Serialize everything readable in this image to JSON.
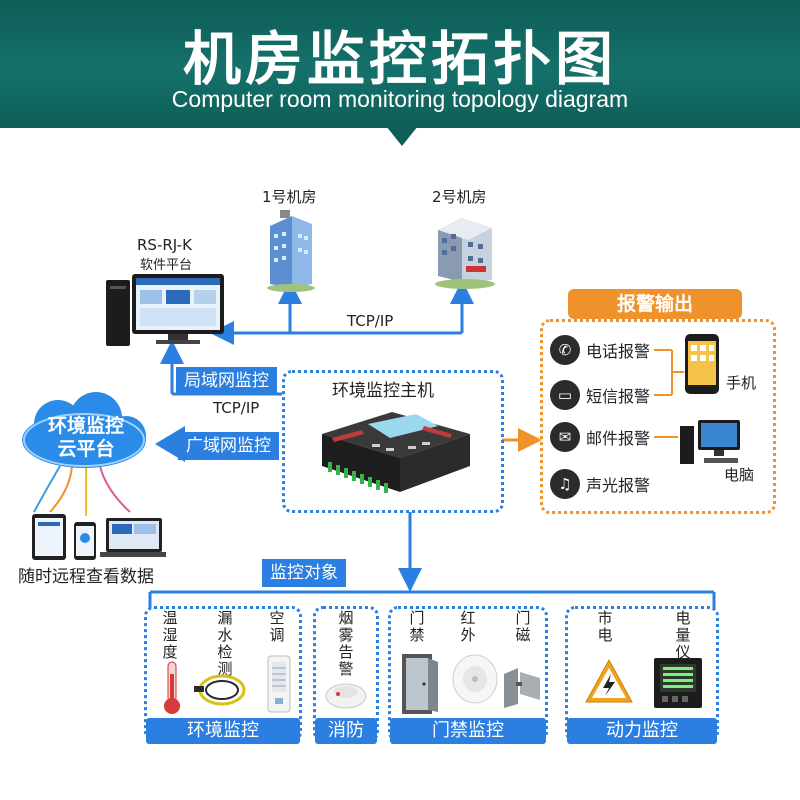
{
  "header": {
    "title": "机房监控拓扑图",
    "subtitle": "Computer room monitoring topology diagram"
  },
  "rooms": [
    {
      "label": "1号机房"
    },
    {
      "label": "2号机房"
    }
  ],
  "software": {
    "name": "RS-RJ-K",
    "desc": "软件平台"
  },
  "links": {
    "tcp_top": "TCP/IP",
    "tcp_mid": "TCP/IP"
  },
  "lan_tag": "局域网监控",
  "wan_tag": "广域网监控",
  "cloud": {
    "line1": "环境监控",
    "line2": "云平台"
  },
  "remote_label": "随时远程查看数据",
  "host": {
    "label": "环境监控主机"
  },
  "alarm": {
    "title": "报警输出",
    "items": [
      {
        "label": "电话报警",
        "icon": "phone-icon"
      },
      {
        "label": "短信报警",
        "icon": "message-icon"
      },
      {
        "label": "邮件报警",
        "icon": "mail-icon"
      },
      {
        "label": "声光报警",
        "icon": "bell-icon"
      }
    ],
    "phone_label": "手机",
    "pc_label": "电脑"
  },
  "objects_tag": "监控对象",
  "categories": [
    {
      "label": "环境监控",
      "items": [
        "温湿度",
        "漏水检测",
        "空调"
      ]
    },
    {
      "label": "消防",
      "items": [
        "烟雾告警"
      ]
    },
    {
      "label": "门禁监控",
      "items": [
        "门禁",
        "红外",
        "门磁"
      ]
    },
    {
      "label": "动力监控",
      "items": [
        "市电",
        "电量仪"
      ]
    }
  ],
  "colors": {
    "teal": "#0f5d57",
    "blue": "#2a7fe0",
    "orange": "#f0922b"
  }
}
